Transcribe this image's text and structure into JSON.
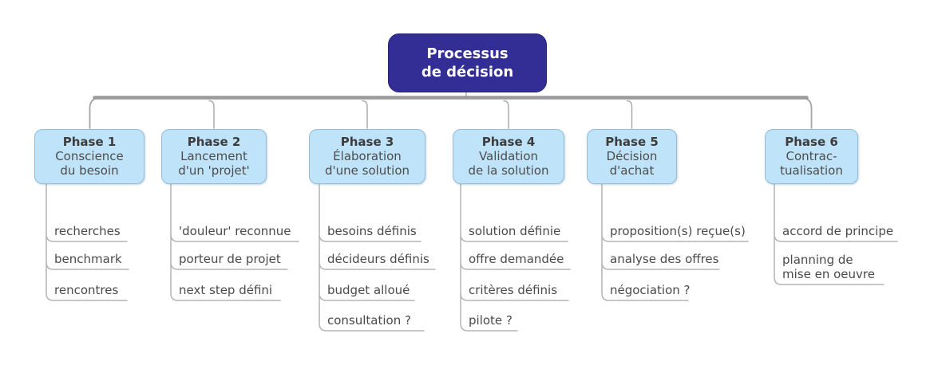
{
  "diagram_title": {
    "lines": [
      "Processus",
      "de décision"
    ]
  },
  "colors": {
    "root_fill": "#332d96",
    "root_text": "#ffffff",
    "phase_fill": "#bfe3f9",
    "phase_border": "#93bdd8",
    "phase_text": "#4d4d4d",
    "connector_bar": "#9b9b9b",
    "connector_thin": "#ababab",
    "leaf_line": "#b4b4b4",
    "leaf_text": "#4a4a4a"
  },
  "phases": [
    {
      "title": "Phase 1",
      "subtitle_lines": [
        "Conscience",
        "du besoin"
      ],
      "items": [
        [
          "recherches"
        ],
        [
          "benchmark"
        ],
        [
          "rencontres"
        ]
      ]
    },
    {
      "title": "Phase 2",
      "subtitle_lines": [
        "Lancement",
        "d'un 'projet'"
      ],
      "items": [
        [
          "'douleur' reconnue"
        ],
        [
          "porteur de projet"
        ],
        [
          "next step défini"
        ]
      ]
    },
    {
      "title": "Phase 3",
      "subtitle_lines": [
        "Élaboration",
        "d'une solution"
      ],
      "items": [
        [
          "besoins définis"
        ],
        [
          "décideurs définis"
        ],
        [
          "budget alloué"
        ],
        [
          "consultation ?"
        ]
      ]
    },
    {
      "title": "Phase 4",
      "subtitle_lines": [
        "Validation",
        "de la solution"
      ],
      "items": [
        [
          "solution définie"
        ],
        [
          "offre demandée"
        ],
        [
          "critères définis"
        ],
        [
          "pilote ?"
        ]
      ]
    },
    {
      "title": "Phase 5",
      "subtitle_lines": [
        "Décision",
        "d'achat"
      ],
      "items": [
        [
          "proposition(s) reçue(s)"
        ],
        [
          "analyse des offres"
        ],
        [
          "négociation ?"
        ]
      ]
    },
    {
      "title": "Phase 6",
      "subtitle_lines": [
        "Contrac-",
        "tualisation"
      ],
      "items": [
        [
          "accord de principe"
        ],
        [
          "planning de",
          "mise en oeuvre"
        ]
      ]
    }
  ]
}
